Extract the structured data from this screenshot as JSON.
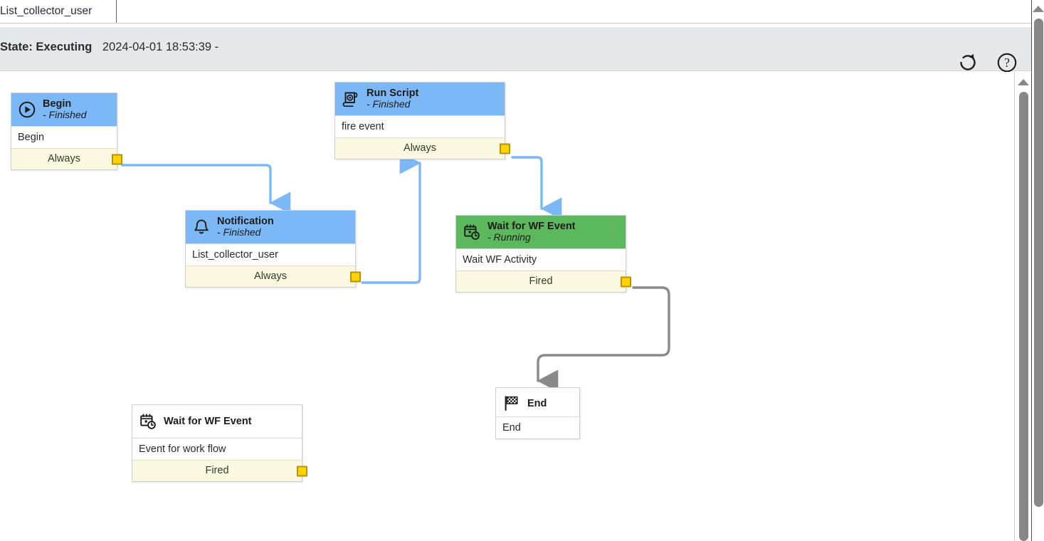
{
  "tab": {
    "label": "List_collector_user"
  },
  "statebar": {
    "state_label": "State: Executing",
    "timestamp": "2024-04-01 18:53:39 -",
    "refresh_icon": "refresh-icon",
    "help_icon": "help-icon"
  },
  "colors": {
    "header_blue": "#7cb8f5",
    "header_green": "#5cb85c",
    "footer_yellow": "#faf8e0",
    "port_yellow": "#ffd400",
    "edge_blue": "#7cb8f5",
    "edge_gray": "#8a8a8a",
    "statebar_bg": "#e6e9ec"
  },
  "nodes": [
    {
      "id": "begin",
      "title": "Begin",
      "status": "- Finished",
      "body": "Begin",
      "footer": "Always",
      "icon": "play-circle-icon",
      "head_style": "blue"
    },
    {
      "id": "runscript",
      "title": "Run Script",
      "status": "- Finished",
      "body": "fire event",
      "footer": "Always",
      "icon": "script-scroll-icon",
      "head_style": "blue"
    },
    {
      "id": "notification",
      "title": "Notification",
      "status": "- Finished",
      "body": "List_collector_user",
      "footer": "Always",
      "icon": "bell-icon",
      "head_style": "blue"
    },
    {
      "id": "waitwf",
      "title": "Wait for WF Event",
      "status": "- Running",
      "body": "Wait WF Activity",
      "footer": "Fired",
      "icon": "calendar-clock-icon",
      "head_style": "green"
    },
    {
      "id": "end",
      "title": "End",
      "status": "",
      "body": "End",
      "footer": "",
      "icon": "checkered-flag-icon",
      "head_style": "plain"
    },
    {
      "id": "waitwf2",
      "title": "Wait for WF Event",
      "status": "",
      "body": "Event for work flow",
      "footer": "Fired",
      "icon": "calendar-clock-icon",
      "head_style": "plain"
    }
  ],
  "edges": [
    {
      "from": "begin",
      "from_port": "Always",
      "to": "notification",
      "color": "#7cb8f5"
    },
    {
      "from": "notification",
      "from_port": "Always",
      "to": "runscript",
      "color": "#7cb8f5"
    },
    {
      "from": "runscript",
      "from_port": "Always",
      "to": "waitwf",
      "color": "#7cb8f5"
    },
    {
      "from": "waitwf",
      "from_port": "Fired",
      "to": "end",
      "color": "#8a8a8a"
    }
  ],
  "scrollbars": {
    "inner": "canvas-scrollbar",
    "outer": "page-scrollbar"
  }
}
